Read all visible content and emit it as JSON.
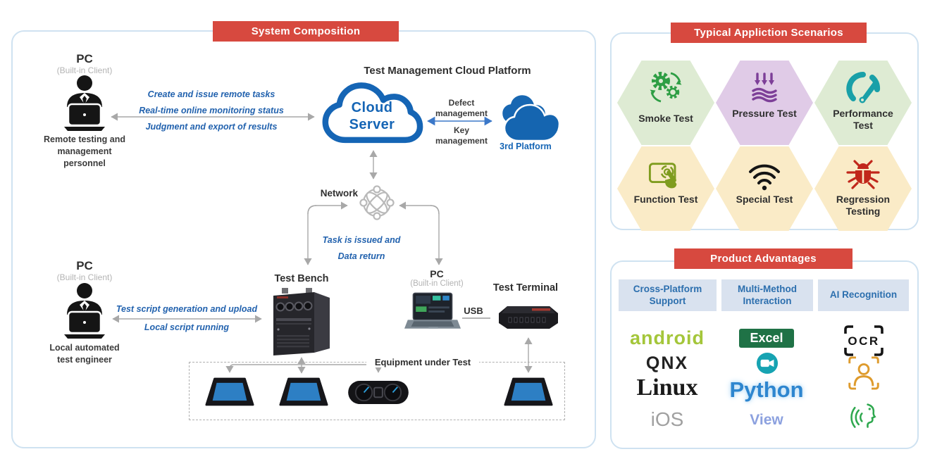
{
  "banners": {
    "system": "System Composition",
    "scenarios": "Typical Appliction Scenarios",
    "advantages": "Product Advantages"
  },
  "system": {
    "remote_pc": {
      "title": "PC",
      "subtitle": "(Built-in Client)",
      "caption": "Remote testing and\nmanagement\npersonnel"
    },
    "remote_flows": {
      "line1": "Create and issue remote tasks",
      "line2": "Real-time online monitoring status",
      "line3": "Judgment and export of results"
    },
    "cloud": {
      "platform_title": "Test Management Cloud Platform",
      "server_label": "Cloud\nServer",
      "defect_label": "Defect\nmanagement",
      "key_label": "Key\nmanagement",
      "third_platform_label": "3rd Platform"
    },
    "network": {
      "label": "Network",
      "flow": "Task is issued and\nData return"
    },
    "test_bench": {
      "label": "Test Bench"
    },
    "center_pc": {
      "title": "PC",
      "subtitle": "(Built-in Client)",
      "usb_label": "USB"
    },
    "test_terminal": {
      "label": "Test Terminal"
    },
    "local_pc": {
      "title": "PC",
      "subtitle": "(Built-in Client)",
      "caption": "Local automated\ntest engineer"
    },
    "local_flows": {
      "line1": "Test script generation and upload",
      "line2": "Local script running"
    },
    "equipment": {
      "label": "Equipment under Test"
    }
  },
  "scenarios": {
    "items": [
      {
        "label": "Smoke Test",
        "icon": "gears-sync-icon",
        "bg": "#deebd3"
      },
      {
        "label": "Pressure Test",
        "icon": "pressure-arrows-icon",
        "bg": "#e0cbe7"
      },
      {
        "label": "Performance Test",
        "icon": "gauge-icon",
        "bg": "#deebd3"
      },
      {
        "label": "Function Test",
        "icon": "touch-icon",
        "bg": "#faebc7"
      },
      {
        "label": "Special Test",
        "icon": "wifi-icon",
        "bg": "#faebc7"
      },
      {
        "label": "Regression Testing",
        "icon": "bug-icon",
        "bg": "#faebc7"
      }
    ]
  },
  "advantages": {
    "columns": [
      {
        "header": "Cross-Platform Support",
        "items": [
          "android",
          "QNX",
          "Linux",
          "iOS"
        ]
      },
      {
        "header": "Multi-Method Interaction",
        "items": [
          "Excel",
          "Python",
          "View"
        ]
      },
      {
        "header": "AI Recognition",
        "items": [
          "OCR"
        ]
      }
    ]
  },
  "colors": {
    "banner_red": "#d7493f",
    "cloud_blue": "#1565b5",
    "flow_blue": "#2262ae",
    "arrow_gray": "#a8a8a8"
  }
}
